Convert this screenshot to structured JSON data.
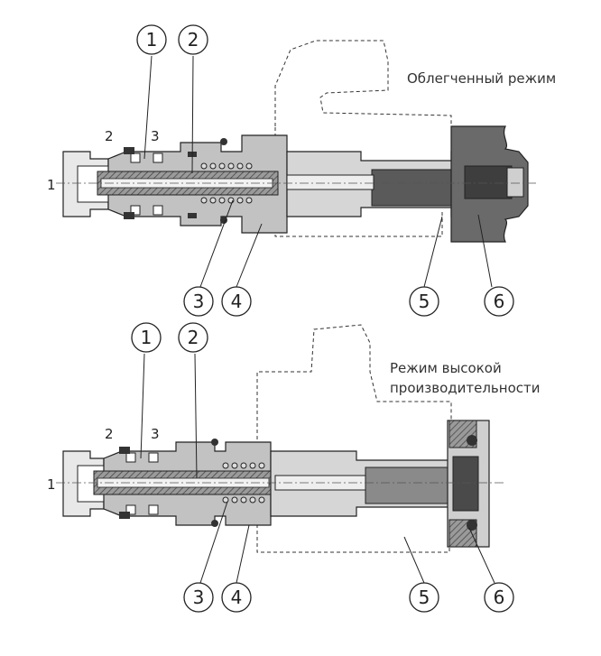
{
  "captions": {
    "top_mode": "Облегченный режим",
    "bottom_mode_line1": "Режим высокой",
    "bottom_mode_line2": "производительности"
  },
  "port_labels": [
    "1",
    "2",
    "3"
  ],
  "callouts": [
    "1",
    "2",
    "3",
    "4",
    "5",
    "6"
  ],
  "colors": {
    "body_fill": "#bdbdbd",
    "dark_fill": "#585858",
    "mid_fill": "#8c8c8c",
    "light_fill": "#e2e2e2",
    "outline": "#222222",
    "dashed": "#333333"
  }
}
